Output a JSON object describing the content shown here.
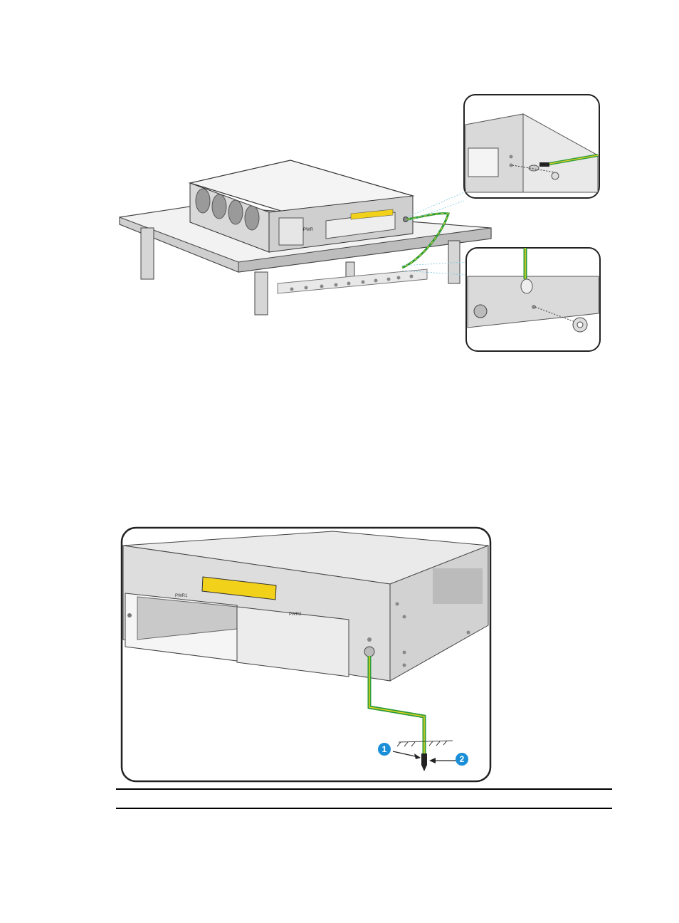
{
  "figure1": {
    "labels": {
      "pwr": "PWR"
    }
  },
  "figure2": {
    "labels": {
      "pwr1": "PWR1",
      "pwr2": "PWR2"
    },
    "callouts": [
      "1",
      "2"
    ]
  }
}
